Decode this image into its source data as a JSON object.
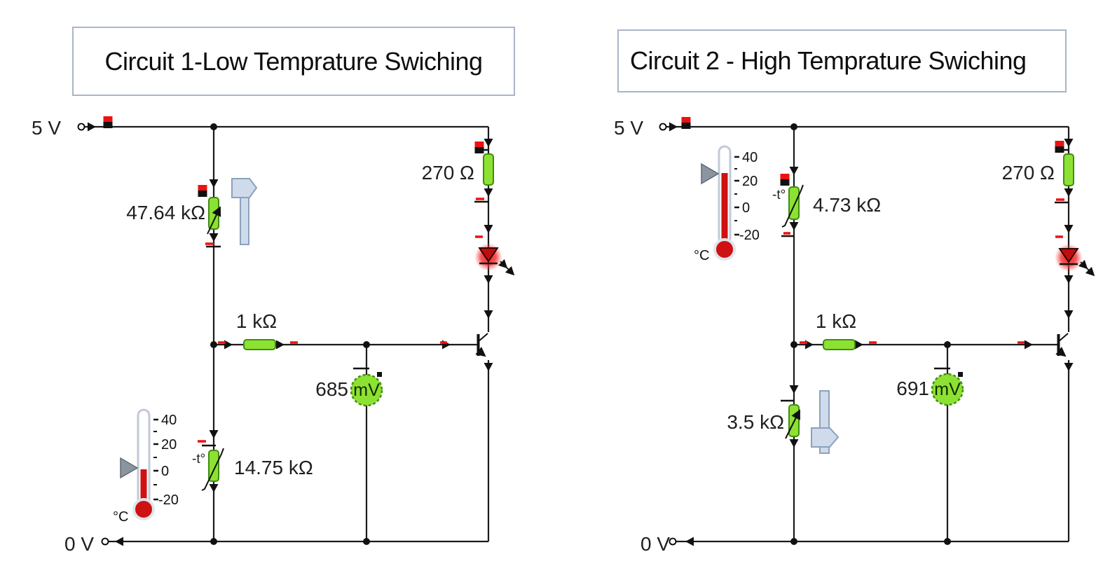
{
  "colors": {
    "background": "#ffffff",
    "wire": "#1b1b1b",
    "component_green": "#8de133",
    "component_green_border": "#3f8d0e",
    "led_glow_red": "#f41414",
    "indicator_red": "#ee1111",
    "mercury_red": "#ce1111",
    "slider_gray": "#cfdbeb",
    "title_border": "#a9b6c6"
  },
  "circuit1": {
    "title": "Circuit 1-Low Temprature Swiching",
    "supply_label": "5 V",
    "ground_label": "0 V",
    "variable_resistor_value": "47.64 kΩ",
    "led_resistor_value": "270 Ω",
    "base_resistor_value": "1 kΩ",
    "thermistor_value": "14.75 kΩ",
    "thermistor_symbol_label": "-t°",
    "voltmeter_value": "685",
    "voltmeter_unit": "mV",
    "led_state": "on",
    "thermometer": {
      "tick_labels": [
        "40",
        "20",
        "0",
        "-20"
      ],
      "unit_label": "°C",
      "approx_reading_c": 0
    }
  },
  "circuit2": {
    "title": "Circuit 2 - High Temprature Swiching",
    "supply_label": "5 V",
    "ground_label": "0 V",
    "thermistor_value": "4.73 kΩ",
    "thermistor_symbol_label": "-t°",
    "led_resistor_value": "270 Ω",
    "base_resistor_value": "1 kΩ",
    "variable_resistor_value": "3.5 kΩ",
    "voltmeter_value": "691",
    "voltmeter_unit": "mV",
    "led_state": "on",
    "thermometer": {
      "tick_labels": [
        "40",
        "20",
        "0",
        "-20"
      ],
      "unit_label": "°C",
      "approx_reading_c": 26
    }
  }
}
